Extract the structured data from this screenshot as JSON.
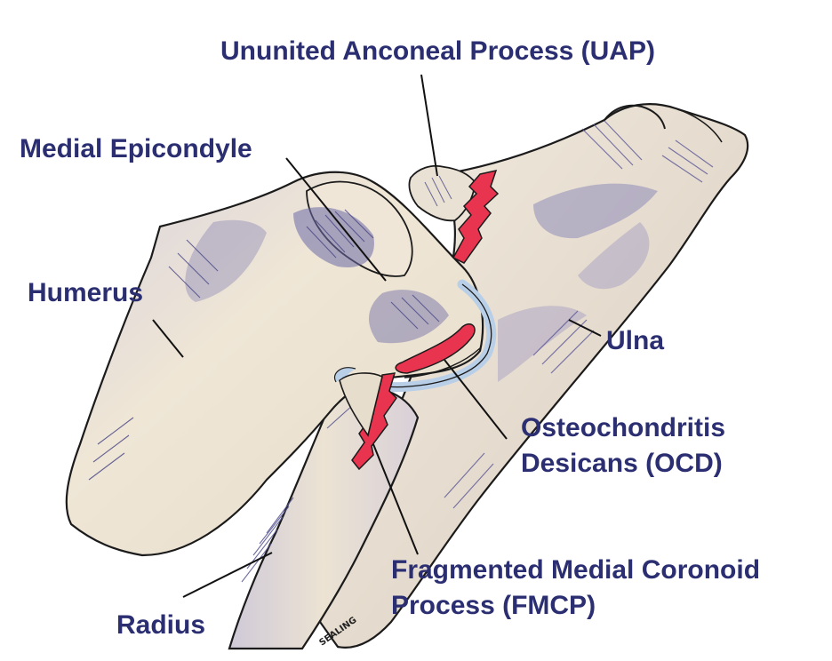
{
  "labels": {
    "uap": "Ununited Anconeal Process (UAP)",
    "medial_epicondyle": "Medial Epicondyle",
    "humerus": "Humerus",
    "ulna": "Ulna",
    "ocd_line1": "Osteochondritis",
    "ocd_line2": "Desicans (OCD)",
    "radius": "Radius",
    "fmcp_line1": "Fragmented Medial Coronoid",
    "fmcp_line2": "Process (FMCP)"
  },
  "signature": "SEALING",
  "colors": {
    "label_text": "#2b2f72",
    "bone_fill": "#ede3d2",
    "bone_shade": "#6c6aa6",
    "lesion_red": "#e8344e",
    "cartilage_blue": "#b9cfe8",
    "outline": "#1b1b1b"
  }
}
